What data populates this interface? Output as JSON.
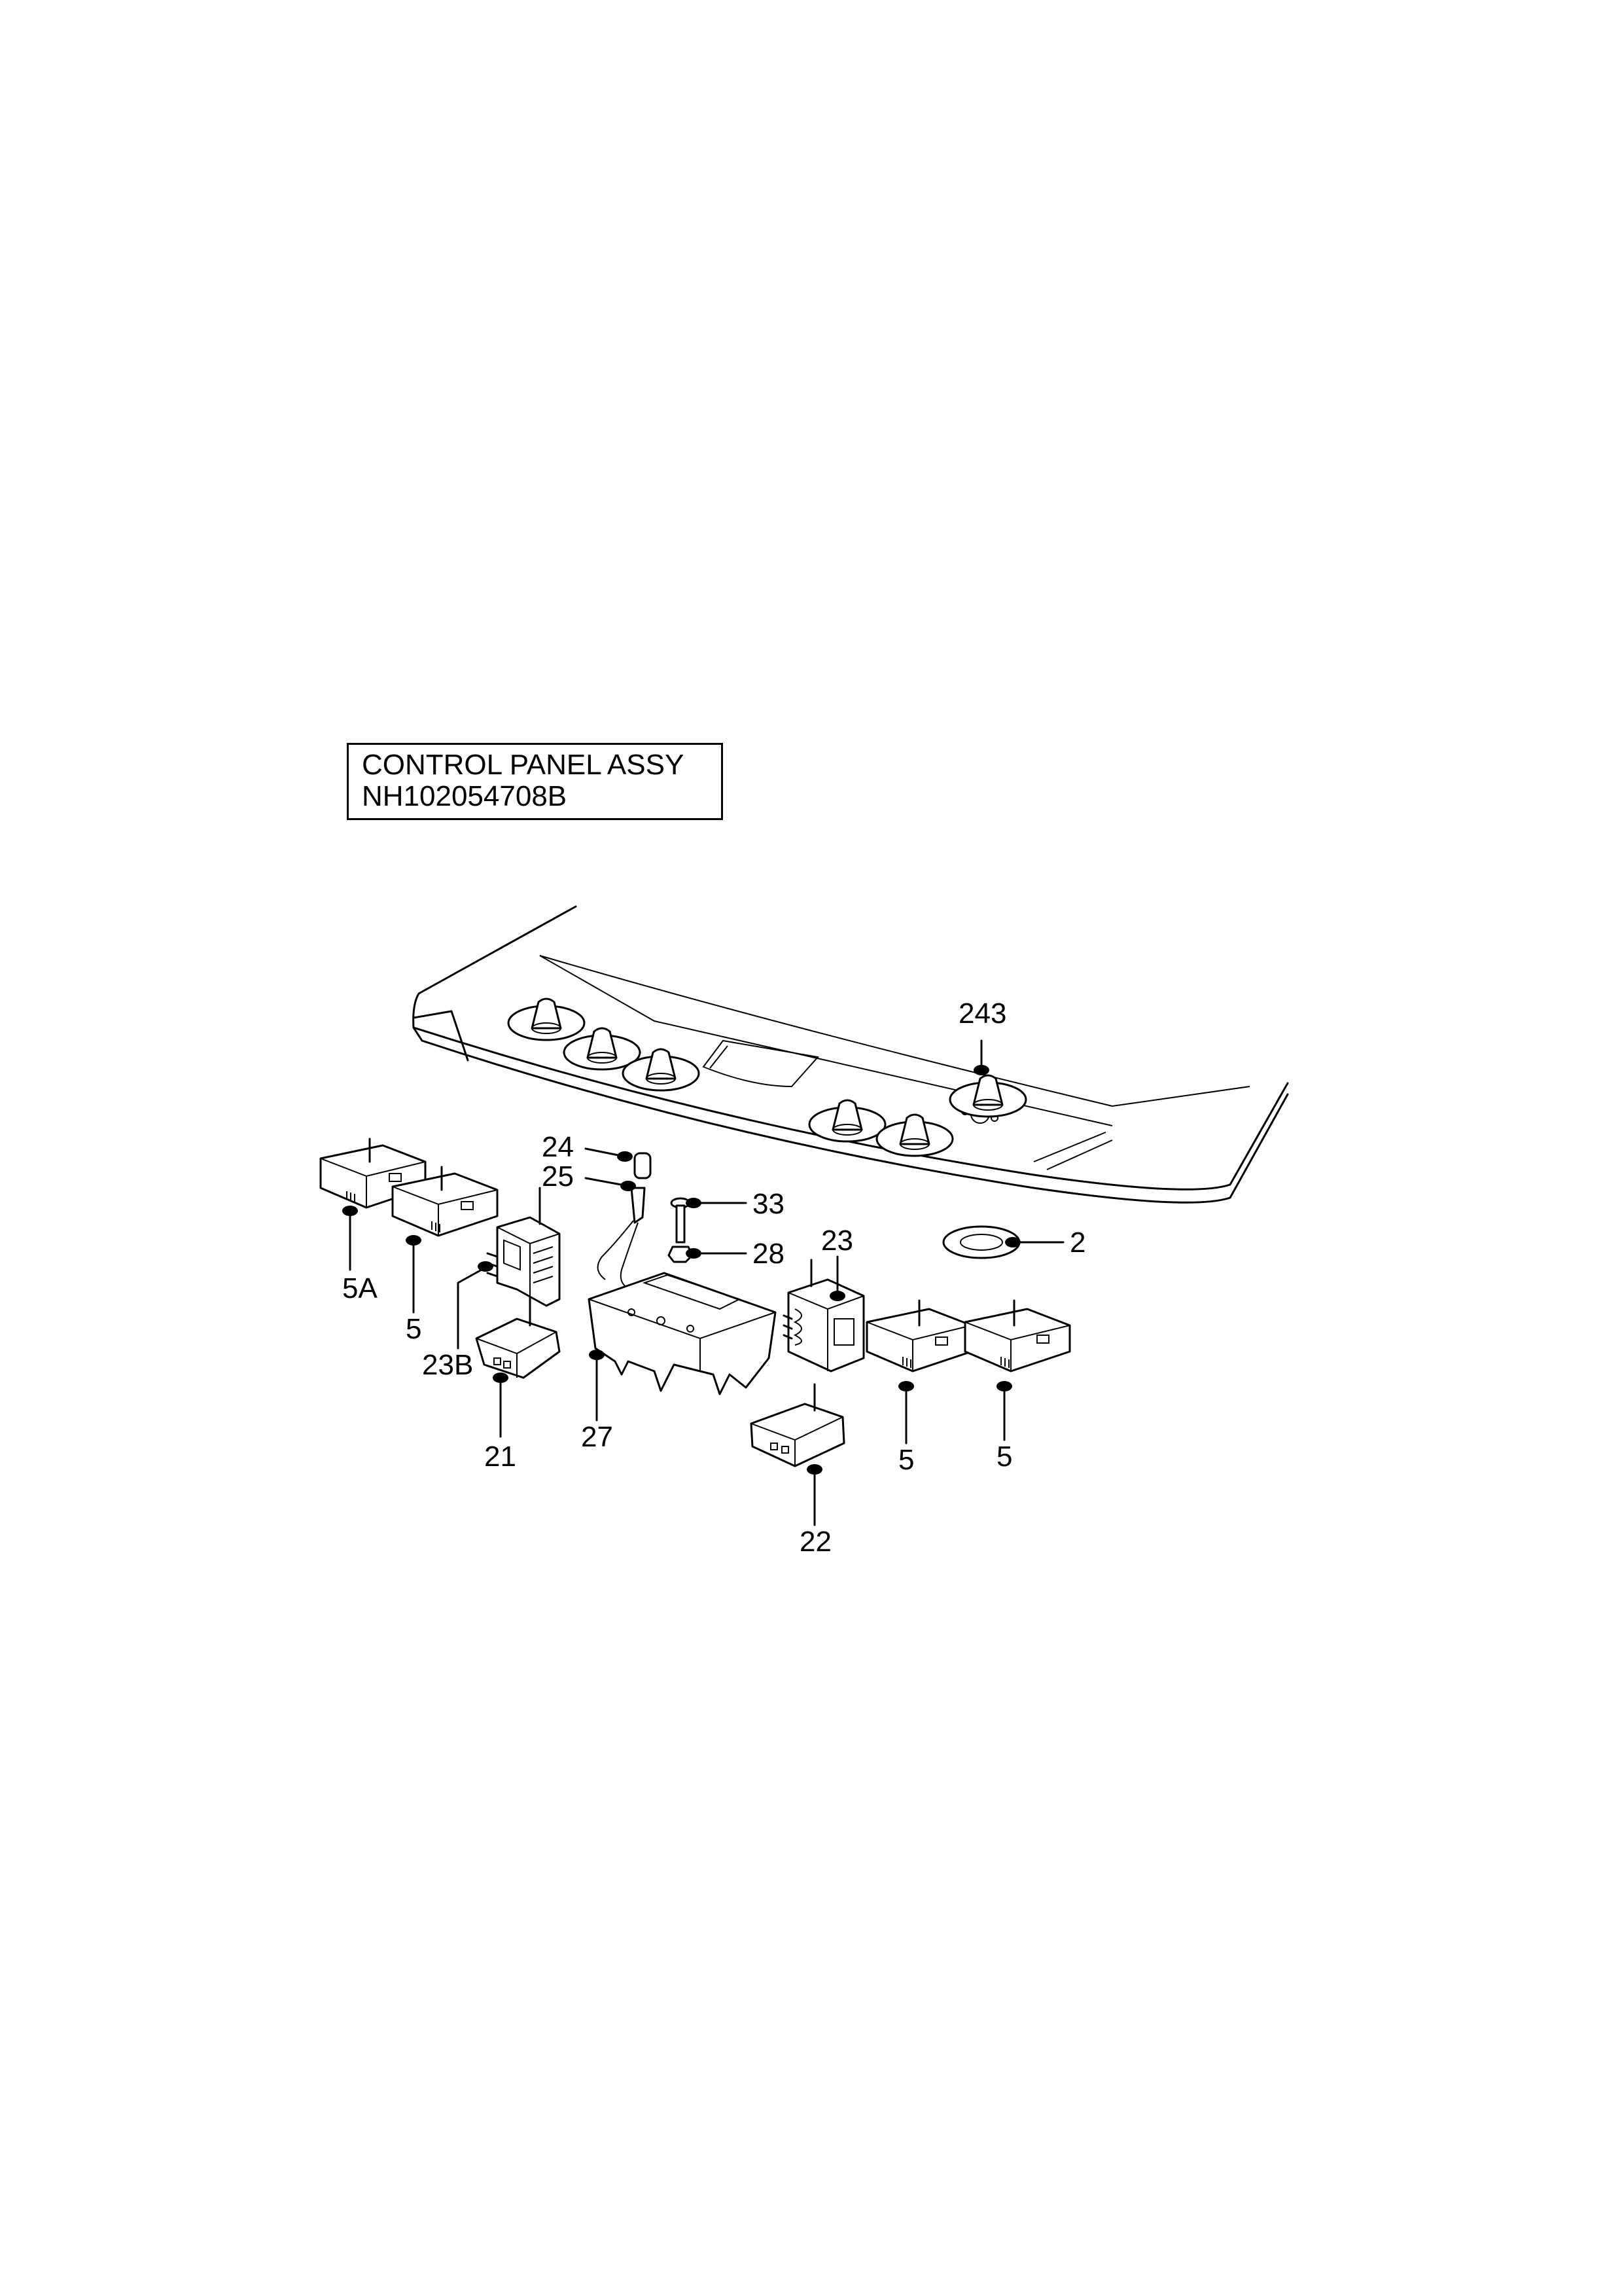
{
  "title": {
    "line1": "CONTROL PANEL  ASSY",
    "line2": "NH102054708B"
  },
  "callouts": {
    "c243": "243",
    "c24": "24",
    "c25": "25",
    "c33": "33",
    "c28": "28",
    "c2": "2",
    "c23": "23",
    "c5a": "5A",
    "c5_left": "5",
    "c23b": "23B",
    "c21": "21",
    "c27": "27",
    "c22": "22",
    "c5_mid": "5",
    "c5_right": "5"
  }
}
